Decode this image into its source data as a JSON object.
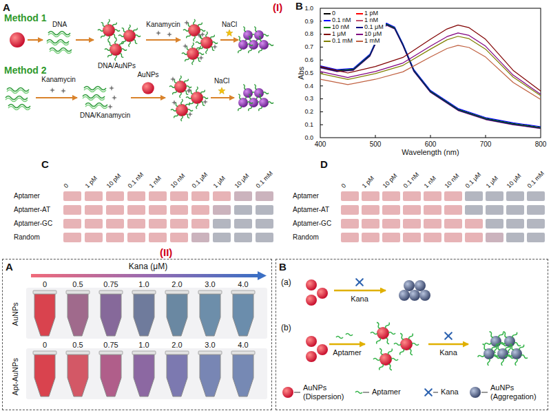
{
  "diagram": {
    "nodes": [
      {
        "text": [
          "A"
        ]
      },
      {
        "text": [
          "B"
        ]
      }
    ],
    "labels": [
      "A",
      "(I)",
      "Method 1",
      "DNA",
      "DNA/AuNPs",
      "Kanamycin",
      "NaCl",
      "Method 2",
      "Kanamycin",
      "DNA/Kanamycin",
      "AuNPs",
      "NaCl",
      "B",
      "0.0",
      "0.1",
      "0.2",
      "0.3",
      "0.4",
      "0.5",
      "0.6",
      "0.7",
      "0.8",
      "0.9",
      "1.0",
      "400",
      "500",
      "600",
      "700",
      "800",
      "Abs",
      "Wavelength (nm)",
      "C",
      "0",
      "1 pM",
      "10 pM",
      "0.1 nM",
      "1 nM",
      "10 nM",
      "0.1 μM",
      "1 μM",
      "10 μM",
      "0.1 mM",
      "Aptamer",
      "Aptamer-AT",
      "Aptamer-GC",
      "Random",
      "D",
      "0",
      "1 pM",
      "10 pM",
      "0.1 nM",
      "1 nM",
      "10 nM",
      "0.1 μM",
      "1 μM",
      "10 μM",
      "0.1 mM",
      "Aptamer",
      "Aptamer-AT",
      "Aptamer-GC",
      "Random",
      "(II)",
      "Kana (μM)",
      "0",
      "0.5",
      "0.75",
      "1.0",
      "2.0",
      "3.0",
      "4.0",
      "AuNPs",
      "0",
      "0.5",
      "0.75",
      "1.0",
      "2.0",
      "3.0",
      "4.0",
      "Apt-AuNPs",
      "(a)",
      "Kana",
      "(b)",
      "Aptamer",
      "Kana"
    ],
    "legend": [
      {
        "text": "0"
      },
      {
        "text": "1 pM"
      },
      {
        "text": "0.1 nM"
      },
      {
        "text": "1 nM"
      },
      {
        "text": "10 nM"
      },
      {
        "text": "0.1 μM"
      },
      {
        "text": "1 μM"
      },
      {
        "text": "10 μM"
      },
      {
        "text": "0.1 mM"
      },
      {
        "text": "1 mM"
      },
      {
        "text": "AuNPs (Dispersion)"
      },
      {
        "text": "Aptamer"
      },
      {
        "text": "Kana"
      },
      {
        "text": "AuNPs (Aggregation)"
      }
    ]
  }
}
